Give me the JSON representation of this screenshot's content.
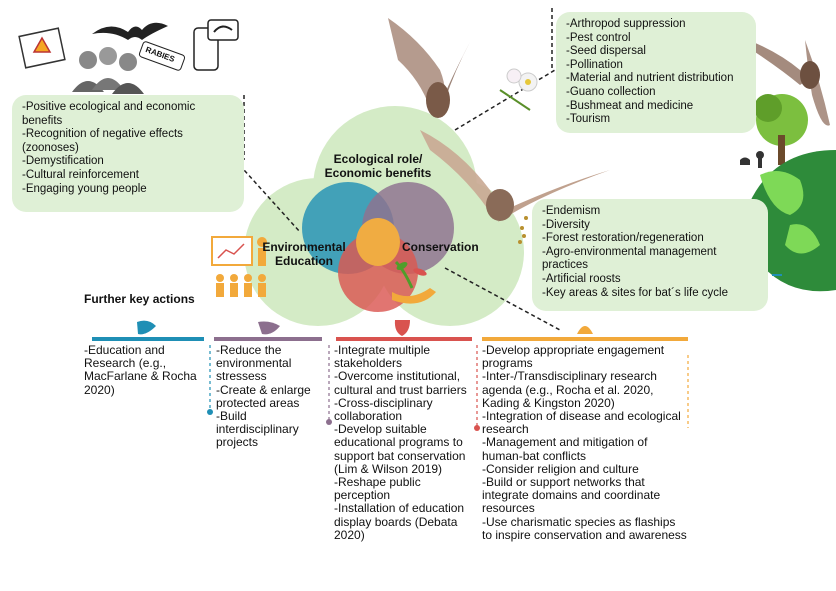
{
  "colors": {
    "box_bg": "#dff0d6",
    "circle_bg": "#d4ebc6",
    "blue": "#1f8fb5",
    "purple": "#8c6f8e",
    "red": "#d9534f",
    "orange": "#f2a93b",
    "green": "#4f9e2a"
  },
  "top_left_box": {
    "items": [
      "-Positive ecological and economic benefits",
      "-Recognition of negative effects (zoonoses)",
      "-Demystification",
      "-Cultural reinforcement",
      "-Engaging young people"
    ]
  },
  "top_right_box": {
    "items": [
      "-Arthropod suppression",
      "-Pest control",
      "-Seed dispersal",
      "-Pollination",
      "-Material and nutrient distribution",
      "-Guano collection",
      "-Bushmeat and medicine",
      "-Tourism"
    ]
  },
  "mid_right_box": {
    "items": [
      "-Endemism",
      "-Diversity",
      "-Forest restoration/regeneration",
      "-Agro-environmental management practices",
      "-Artificial roosts",
      "-Key areas & sites for bat´s life cycle"
    ]
  },
  "venn": {
    "top_label": "Ecological role/ Economic benefits",
    "left_label": "Environmental Education",
    "right_label": "Conservation"
  },
  "rabies_tag": "RABIES",
  "further_key_actions": "Further key actions",
  "columns": [
    {
      "color": "#1f8fb5",
      "items": [
        "-Education and Research (e.g., MacFarlane & Rocha 2020)"
      ]
    },
    {
      "color": "#8c6f8e",
      "items": [
        "-Reduce the environmental stressess",
        "-Create & enlarge protected areas",
        "-Build interdisciplinary projects"
      ]
    },
    {
      "color": "#d9534f",
      "items": [
        "-Integrate multiple stakeholders",
        "-Overcome institutional, cultural and trust barriers",
        "-Cross-disciplinary collaboration",
        "-Develop suitable educational programs to support bat conservation (Lim & Wilson 2019)",
        "-Reshape public perception",
        "-Installation of education display boards (Debata 2020)"
      ]
    },
    {
      "color": "#f2a93b",
      "items": [
        "-Develop appropriate engagement programs",
        "-Inter-/Transdisciplinary research agenda (e.g., Rocha et al. 2020, Kading & Kingston 2020)",
        "-Integration of disease and ecological research",
        "-Management and mitigation of human-bat conflicts",
        "-Consider religion and culture",
        "-Build or support networks that integrate domains and coordinate resources",
        "-Use charismatic species as flaships to inspire conservation and awareness"
      ]
    }
  ]
}
